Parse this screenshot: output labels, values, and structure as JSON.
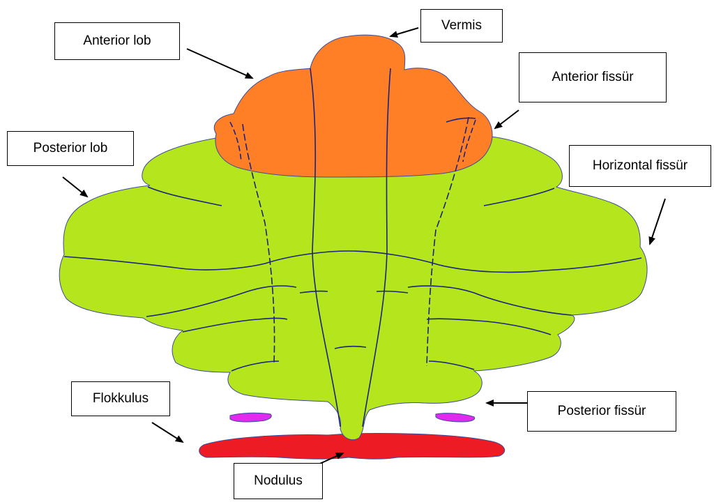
{
  "labels": {
    "vermis": "Vermis",
    "anterior_lob": "Anterior lob",
    "anterior_fissur": "Anterior fissür",
    "posterior_lob": "Posterior lob",
    "horizontal_fissur": "Horizontal fissür",
    "flokkulus": "Flokkulus",
    "posterior_fissur": "Posterior fissür",
    "nodulus": "Nodulus"
  },
  "colors": {
    "anterior_lobe": "#ff7f27",
    "posterior_lobe": "#b5e61d",
    "flocculus": "#e02aee",
    "nodulus": "#ed1c24",
    "fissure_line": "#1a237e",
    "outline": "#3b4a9a"
  }
}
